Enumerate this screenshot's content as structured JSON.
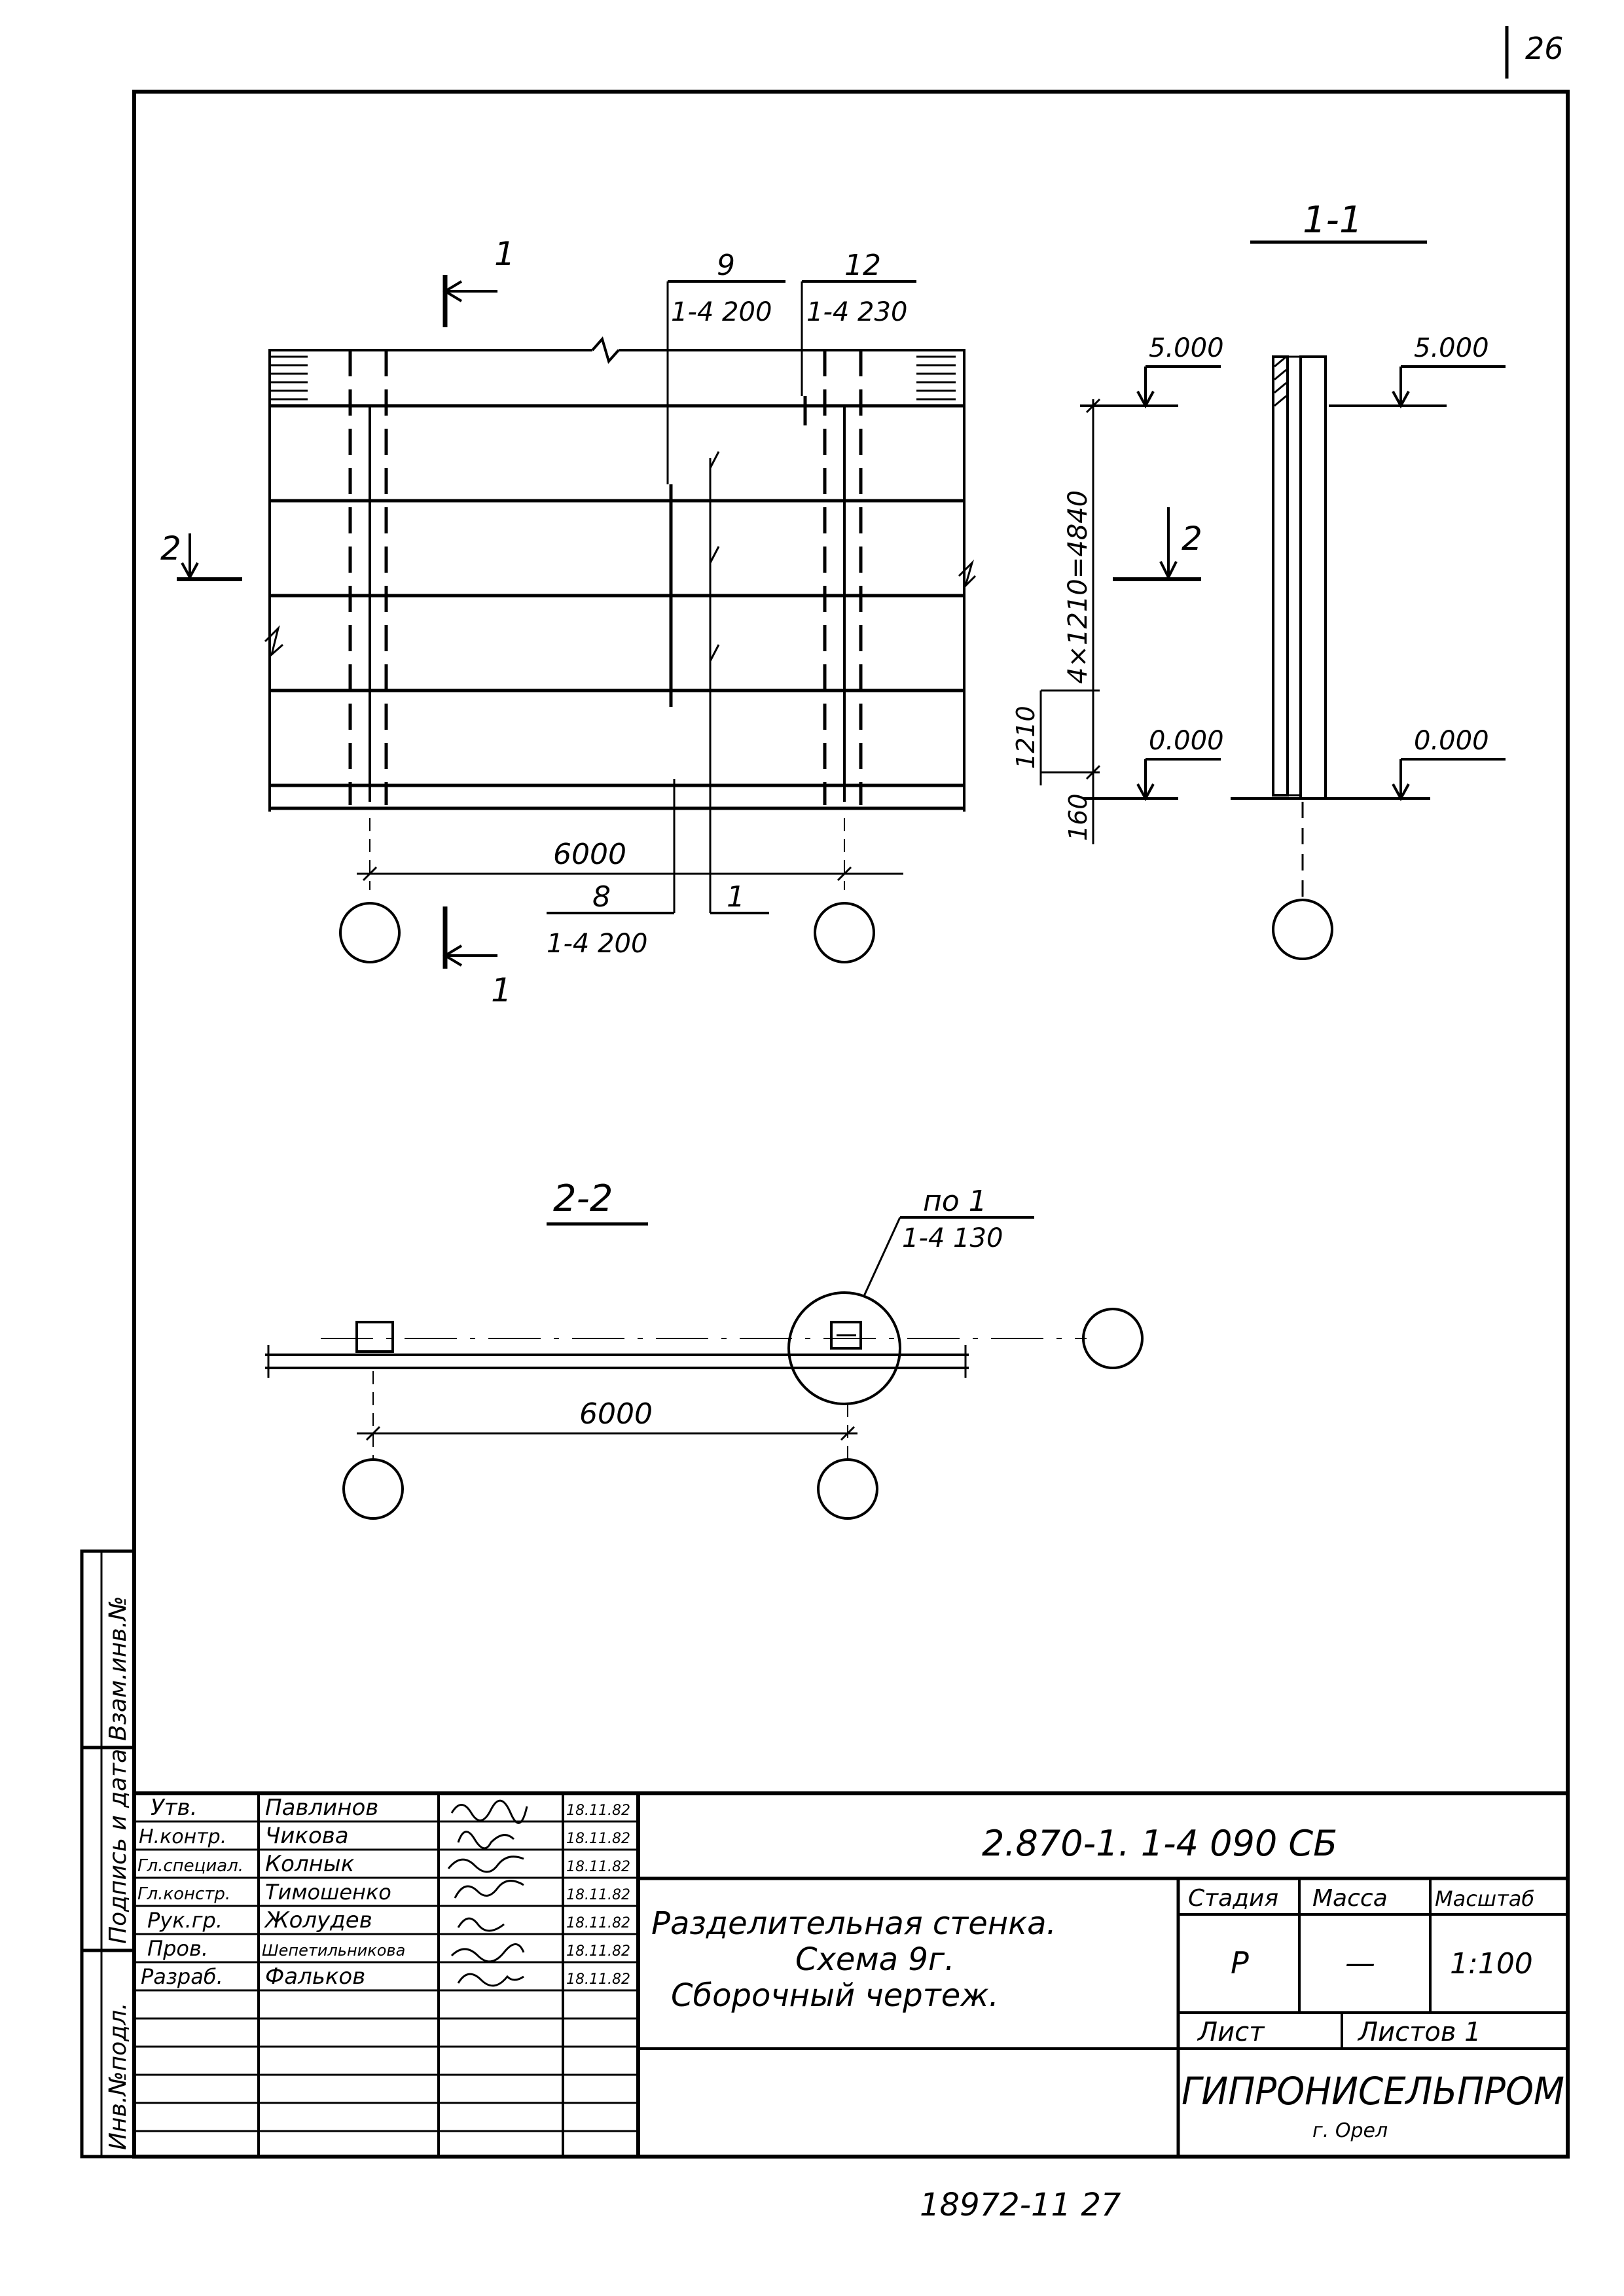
{
  "page_number": "26",
  "drawing": {
    "elevation": {
      "mark_1_top": "1",
      "mark_1_bottom": "1",
      "mark_2_left": "2",
      "mark_2_right": "2",
      "callout_9_num": "9",
      "callout_9_text": "1-4 200",
      "callout_12_num": "12",
      "callout_12_text": "1-4 230",
      "callout_8_num": "8",
      "callout_8_text": "1-4 200",
      "callout_1_num": "1",
      "level_top": "5.000",
      "level_bottom": "0.000",
      "dim_height": "4×1210=4840",
      "dim_row": "1210",
      "dim_base": "160",
      "dim_span": "6000"
    },
    "section_1_1": {
      "title": "1-1",
      "level_top": "5.000",
      "level_bottom": "0.000"
    },
    "section_2_2": {
      "title": "2-2",
      "callout_num": "по 1",
      "callout_text": "1-4 130",
      "dim_span": "6000"
    }
  },
  "title_block": {
    "roles": [
      "Утв.",
      "Н.контр.",
      "Гл.специал.",
      "Гл.констр.",
      "Рук.гр.",
      "Пров.",
      "Разраб."
    ],
    "names": [
      "Павлинов",
      "Чикова",
      "Колнык",
      "Тимошенко",
      "Жолудев",
      "Шепетильникова",
      "Фальков"
    ],
    "dates": [
      "18.11.82",
      "18.11.82",
      "18.11.82",
      "18.11.82",
      "18.11.82",
      "18.11.82",
      "18.11.82"
    ],
    "doc_code": "2.870-1. 1-4 090 СБ",
    "title_line1": "Разделительная стенка.",
    "title_line2": "Схема 9г.",
    "title_line3": "Сборочный чертеж.",
    "col_stage": "Стадия",
    "col_mass": "Масса",
    "col_scale": "Масштаб",
    "stage": "Р",
    "mass": "—",
    "scale": "1:100",
    "sheet_label": "Лист",
    "sheets_label": "Листов 1",
    "org": "ГИПРОНИСЕЛЬПРОМ",
    "city": "г. Орел"
  },
  "side_stamp": {
    "inv_podl": "Инв.№подл.",
    "sign_date": "Подпись и дата",
    "vzam": "Взам.инв.№"
  },
  "footer_code": "18972-11  27"
}
